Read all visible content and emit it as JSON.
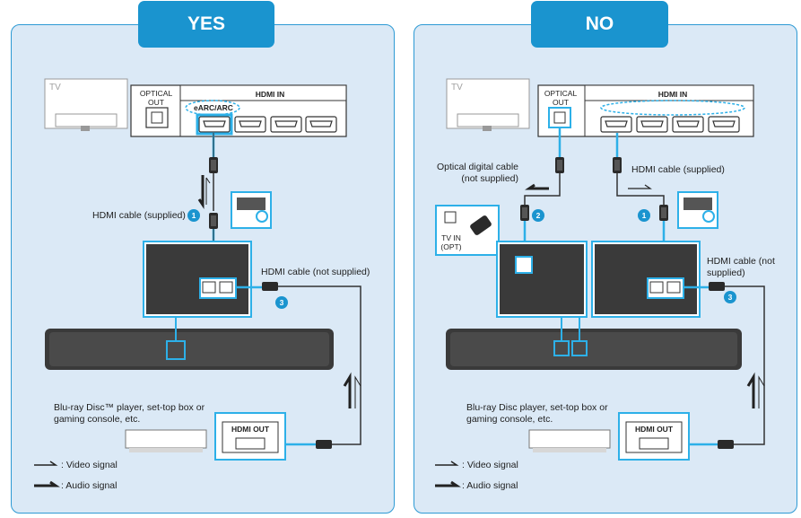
{
  "left": {
    "title": "YES",
    "tv_label": "TV",
    "optical_out_label": "OPTICAL\nOUT",
    "hdmi_in_label": "HDMI IN",
    "earc_label": "eARC/ARC",
    "hdmi_supplied_label": "HDMI cable (supplied)",
    "hdmi_not_supplied_label": "HDMI cable (not supplied)",
    "player_label": "Blu-ray Disc™ player, set-top box or\ngaming console, etc.",
    "hdmi_out_label": "HDMI OUT",
    "legend_video": ": Video signal",
    "legend_audio": ": Audio signal",
    "marker_1": "1",
    "marker_3": "3"
  },
  "right": {
    "title": "NO",
    "tv_label": "TV",
    "optical_out_label": "OPTICAL\nOUT",
    "hdmi_in_label": "HDMI IN",
    "optical_cable_label": "Optical digital cable\n(not supplied)",
    "hdmi_supplied_label": "HDMI cable (supplied)",
    "hdmi_not_supplied_label": "HDMI cable (not\nsupplied)",
    "tv_in_opt_label": "TV IN\n(OPT)",
    "player_label": "Blu-ray Disc player, set-top box or\ngaming console, etc.",
    "hdmi_out_label": "HDMI OUT",
    "legend_video": ": Video signal",
    "legend_audio": ": Audio signal",
    "marker_1": "1",
    "marker_2": "2",
    "marker_3": "3"
  },
  "colors": {
    "panel_bg": "#dbe9f6",
    "accent": "#1a94cf",
    "highlight": "#2db0e8",
    "device_dark": "#3a3a3a"
  }
}
